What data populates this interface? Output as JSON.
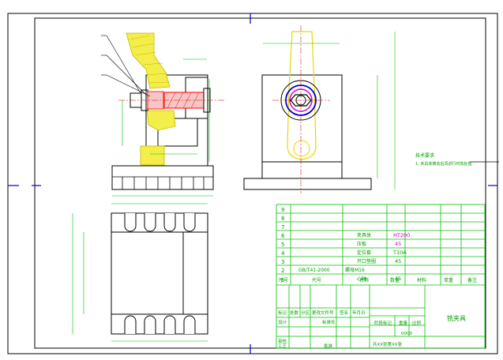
{
  "notes": {
    "heading": "技术要求",
    "line1": "1. 夹具体铸造后须进行时效处理"
  },
  "parts_table": {
    "rows": [
      {
        "no": "9",
        "code": "",
        "name": "",
        "qty": "",
        "material": ""
      },
      {
        "no": "8",
        "code": "",
        "name": "",
        "qty": "",
        "material": ""
      },
      {
        "no": "7",
        "code": "",
        "name": "",
        "qty": "",
        "material": ""
      },
      {
        "no": "6",
        "code": "",
        "name": "夹具体",
        "qty": "",
        "material": "HT200"
      },
      {
        "no": "5",
        "code": "",
        "name": "压板",
        "qty": "",
        "material": "45"
      },
      {
        "no": "4",
        "code": "",
        "name": "定位套",
        "qty": "",
        "material": "T10A"
      },
      {
        "no": "3",
        "code": "",
        "name": "开口垫圈",
        "qty": "",
        "material": "45"
      },
      {
        "no": "2",
        "code": "GB/T41-2000",
        "name": "螺母M16",
        "qty": "",
        "material": ""
      },
      {
        "no": "1",
        "code": "",
        "name": "心轴",
        "qty": "",
        "material": "45"
      }
    ],
    "header": {
      "no": "序号",
      "code": "代号",
      "name": "名称",
      "qty": "数量",
      "material": "材料",
      "weight": "单重",
      "remark": "备注"
    }
  },
  "title_block": {
    "drawing_name": "铣夹具",
    "rev_labels": [
      "标记",
      "处数",
      "分区",
      "更改文件号",
      "签名",
      "年月日"
    ],
    "design": "设计",
    "standard": "标准化",
    "review": "审核",
    "process": "工艺",
    "approve": "批准",
    "stage": "阶段标记",
    "weight": "重量",
    "scale": "比例",
    "scale_cells": "0000",
    "sheets": "共XX张第XX张"
  },
  "colors": {
    "line": "#000000",
    "dimension": "#00c000",
    "hatch": "#e8e000",
    "highlight": "#ff0000",
    "accent": "#cc00cc",
    "border_mark": "#0000cc"
  }
}
